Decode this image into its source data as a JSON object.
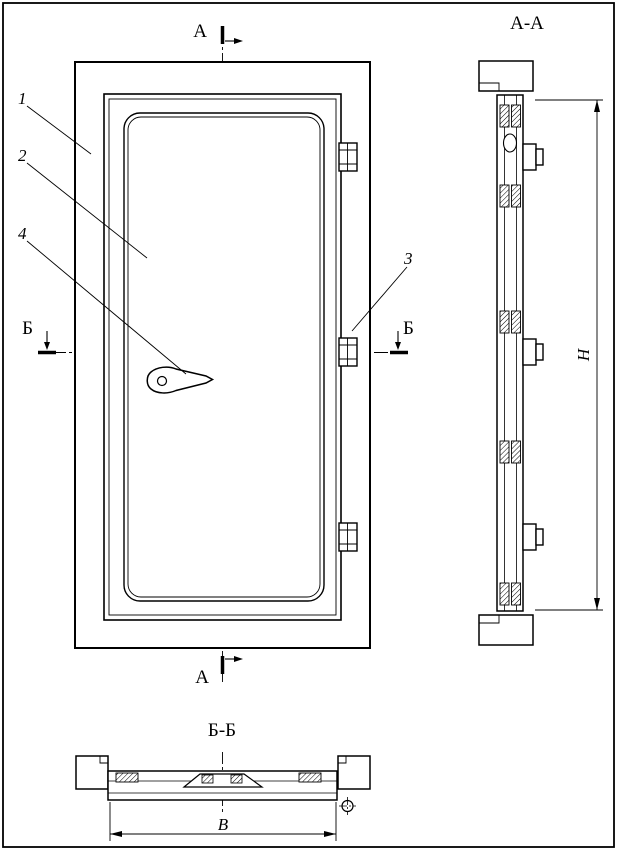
{
  "drawing": {
    "labels": {
      "view_aa_title": "А-А",
      "view_bb_title": "Б-Б",
      "cut_a_top": "А",
      "cut_a_bottom": "А",
      "cut_b_left": "Б",
      "cut_b_right": "Б",
      "callout_1": "1",
      "callout_2": "2",
      "callout_3": "3",
      "callout_4": "4",
      "dim_height": "Н",
      "dim_width": "В"
    },
    "colors": {
      "line": "#000000",
      "background": "#ffffff"
    }
  }
}
